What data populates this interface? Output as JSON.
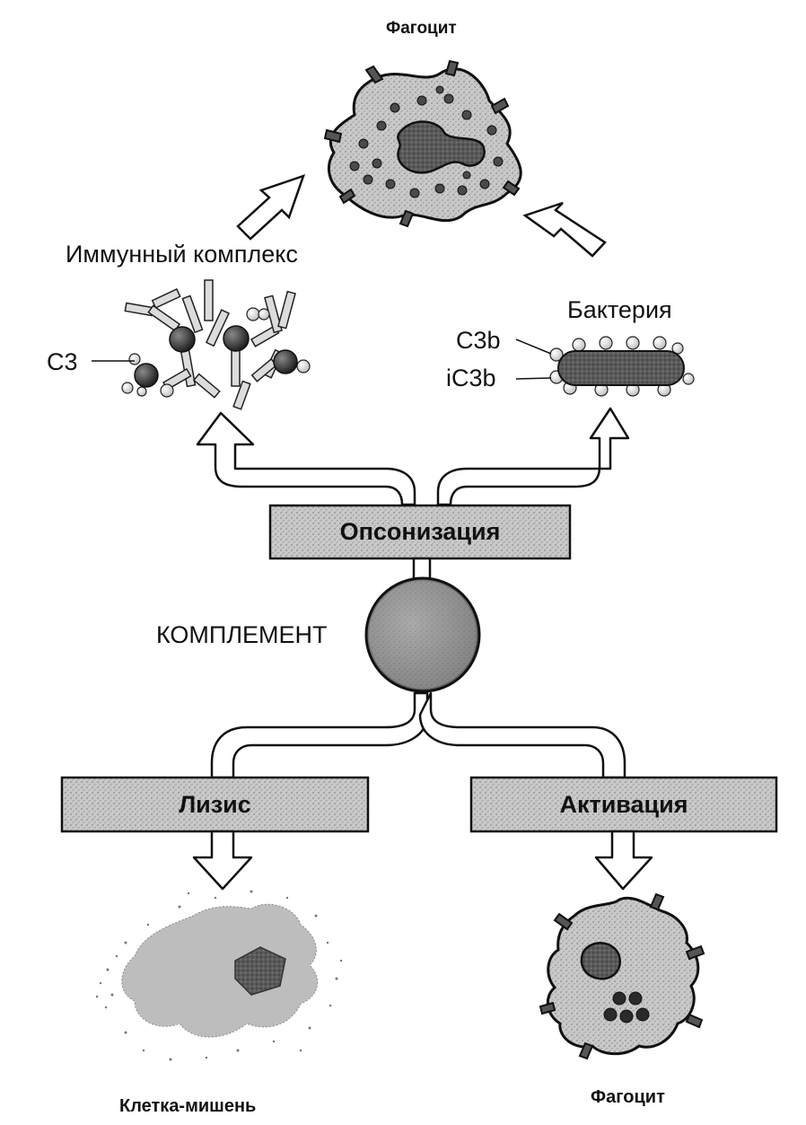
{
  "labels": {
    "phagocyte_top": "Фагоцит",
    "immune_complex": "Иммунный комплекс",
    "bacteria": "Бактерия",
    "c3": "C3",
    "c3b": "C3b",
    "ic3b": "iC3b",
    "opsonization": "Опсонизация",
    "complement": "КОМПЛЕМЕНТ",
    "lysis": "Лизис",
    "activation": "Активация",
    "target_cell": "Клетка-мишень",
    "phagocyte_bottom": "Фагоцит"
  }
}
